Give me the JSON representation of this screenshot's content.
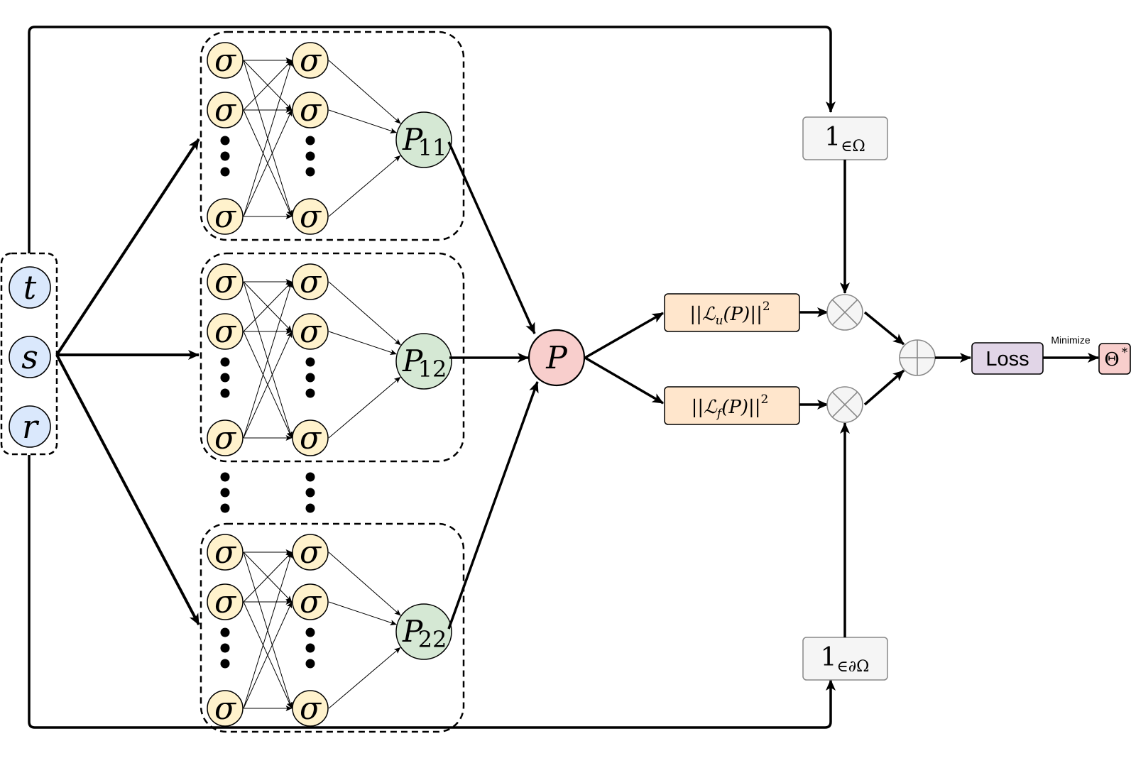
{
  "inputs": [
    {
      "label": "t",
      "color": "#dae8fc"
    },
    {
      "label": "s",
      "color": "#dae8fc"
    },
    {
      "label": "r",
      "color": "#dae8fc"
    }
  ],
  "neuron": {
    "symbol": "σ",
    "color": "#fff2cc"
  },
  "networks": [
    {
      "output": "P",
      "subscript": "11",
      "color": "#d5e8d4"
    },
    {
      "output": "P",
      "subscript": "12",
      "color": "#d5e8d4"
    },
    {
      "output": "P",
      "subscript": "22",
      "color": "#d5e8d4"
    }
  ],
  "combined": {
    "label": "P",
    "color": "#f8cecc"
  },
  "residuals": [
    {
      "norm_open": "||",
      "op": "ℒ",
      "op_sub": "u",
      "arg": "(P)",
      "norm_close": "||",
      "power": "2",
      "color": "#ffe6cc"
    },
    {
      "norm_open": "||",
      "op": "ℒ",
      "op_sub": "f",
      "arg": "(P)",
      "norm_close": "||",
      "power": "2",
      "color": "#ffe6cc"
    }
  ],
  "indicators": [
    {
      "base": "1",
      "subscript": "∈Ω",
      "color": "#f5f5f5"
    },
    {
      "base": "1",
      "subscript": "∈∂Ω",
      "color": "#f5f5f5"
    }
  ],
  "operators": {
    "multiply": "⊗",
    "add": "⊕"
  },
  "loss": {
    "label": "Loss",
    "color": "#e1d5e7"
  },
  "edge_label": "Minimize",
  "optimum": {
    "label": "Θ",
    "sup": "*",
    "color": "#f8cecc"
  }
}
